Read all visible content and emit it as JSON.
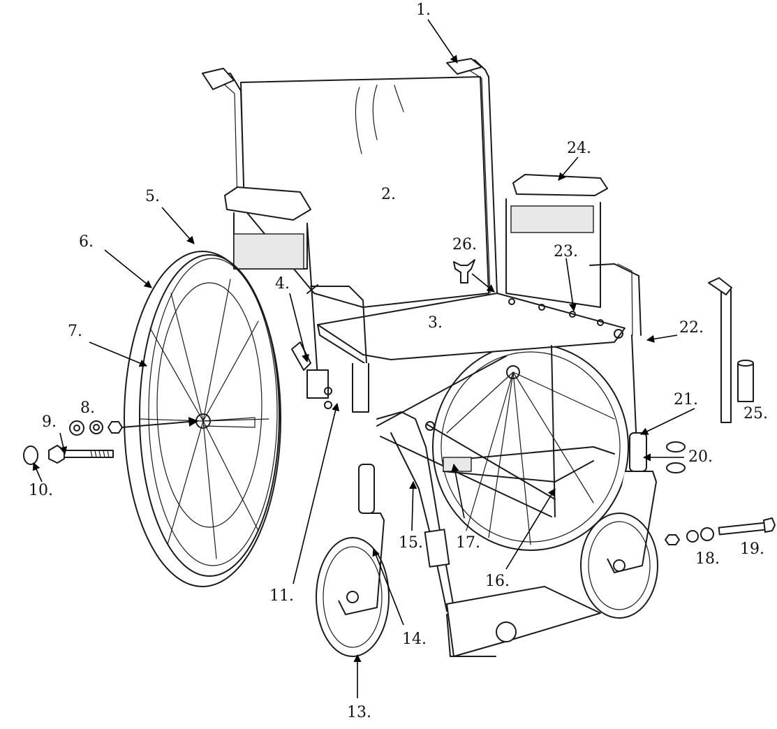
{
  "callouts": [
    {
      "id": "1",
      "label": "1."
    },
    {
      "id": "2",
      "label": "2."
    },
    {
      "id": "3",
      "label": "3."
    },
    {
      "id": "4",
      "label": "4."
    },
    {
      "id": "5",
      "label": "5."
    },
    {
      "id": "6",
      "label": "6."
    },
    {
      "id": "7",
      "label": "7."
    },
    {
      "id": "8",
      "label": "8."
    },
    {
      "id": "9",
      "label": "9."
    },
    {
      "id": "10",
      "label": "10."
    },
    {
      "id": "11",
      "label": "11."
    },
    {
      "id": "13",
      "label": "13."
    },
    {
      "id": "14",
      "label": "14."
    },
    {
      "id": "15",
      "label": "15."
    },
    {
      "id": "16",
      "label": "16."
    },
    {
      "id": "17",
      "label": "17."
    },
    {
      "id": "18",
      "label": "18."
    },
    {
      "id": "19",
      "label": "19."
    },
    {
      "id": "20",
      "label": "20."
    },
    {
      "id": "21",
      "label": "21."
    },
    {
      "id": "22",
      "label": "22."
    },
    {
      "id": "23",
      "label": "23."
    },
    {
      "id": "24",
      "label": "24."
    },
    {
      "id": "25",
      "label": "25."
    },
    {
      "id": "26",
      "label": "26."
    }
  ],
  "colors": {
    "line": "#1a1a1a",
    "background": "#ffffff",
    "shade": "#e8e8e8"
  }
}
